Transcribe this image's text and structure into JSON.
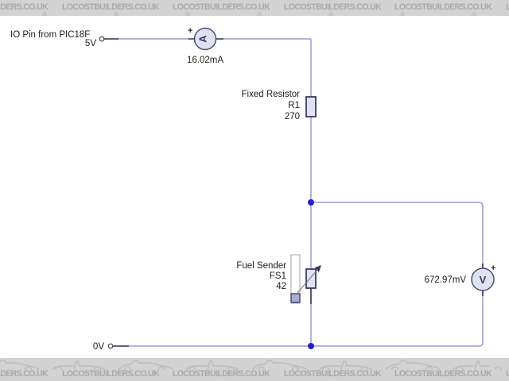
{
  "watermark": {
    "text": "LOCOSTBUILDERS.CO.UK",
    "banner_bg": "#d2d2d2",
    "text_color": "#a9a9a9",
    "car_outline_color": "#bcbcbc"
  },
  "circuit": {
    "source": {
      "label": "IO Pin from PIC18F",
      "voltage": "5V"
    },
    "ammeter": {
      "reading": "16.02mA",
      "symbol": "A",
      "plus": "+"
    },
    "resistor": {
      "label": "Fixed Resistor",
      "ref": "R1",
      "value": "270"
    },
    "fuel_sender": {
      "label": "Fuel Sender",
      "ref": "FS1",
      "value": "42"
    },
    "voltmeter": {
      "reading": "672.97mV",
      "symbol": "V",
      "plus": "+"
    },
    "ground": {
      "label": "0V"
    },
    "colors": {
      "wire": "#9c9ccf",
      "pin": "#3c3c55",
      "junction": "#2222cc",
      "meter_fill": "#e0e2f4",
      "component_outline": "#3c3c5e"
    }
  }
}
